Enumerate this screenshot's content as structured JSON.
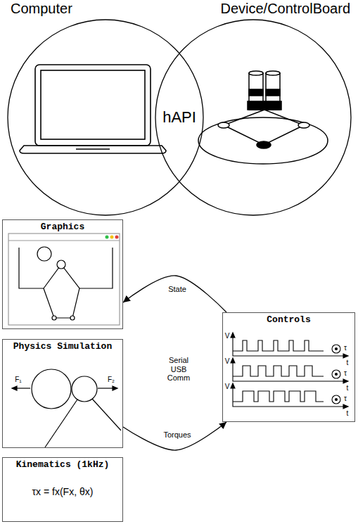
{
  "diagram": {
    "nodes": [
      {
        "text": [
          "Computer"
        ]
      },
      {
        "text": [
          "Device/ControlBoard"
        ]
      },
      {
        "text": [
          "Graphics"
        ]
      },
      {
        "text": [
          "Controls"
        ]
      },
      {
        "text": [
          "Physics Simulation"
        ]
      },
      {
        "text": [
          "Kinematics (1kHz)",
          "τx = fx(Fx, θx)"
        ]
      }
    ],
    "edges": [
      {
        "from": 3,
        "to": 2,
        "arrow": "to",
        "label": "State"
      },
      {
        "from": 4,
        "to": 3,
        "arrow": "to",
        "label": "Torques"
      }
    ],
    "labels": [
      "hAPI",
      "Serial USB Comm",
      "F₁",
      "F₂",
      "V",
      "τ",
      "t",
      "V",
      "τ",
      "t",
      "V",
      "τ",
      "t"
    ]
  }
}
